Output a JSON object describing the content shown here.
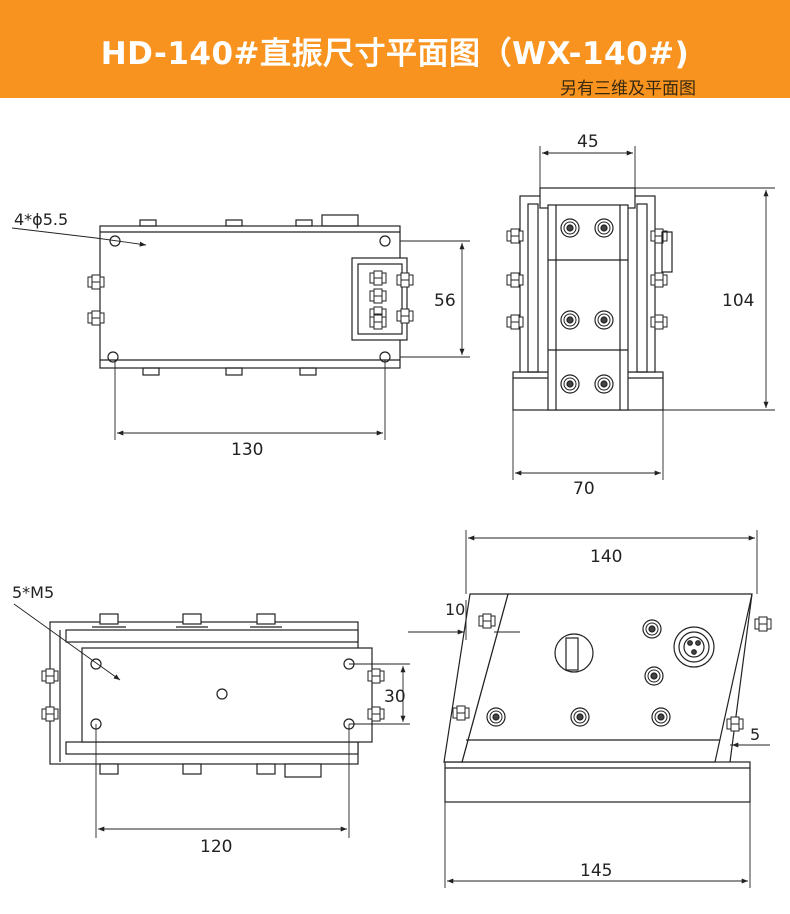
{
  "header": {
    "title": "HD-140#直振尺寸平面图（WX-140#)",
    "subtitle": "另有三维及平面图",
    "background_color": "#f7931e"
  },
  "views": {
    "top_left": {
      "hole_note": "4*ϕ5.5",
      "dim_height": "56",
      "dim_width": "130"
    },
    "top_right": {
      "dim_top_width": "45",
      "dim_height": "104",
      "dim_base_width": "70"
    },
    "bottom_left": {
      "hole_note": "5*M5",
      "dim_height": "30",
      "dim_width": "120"
    },
    "bottom_right": {
      "dim_top_width": "140",
      "dim_offset": "10",
      "dim_side": "5",
      "dim_base_width": "145"
    }
  }
}
